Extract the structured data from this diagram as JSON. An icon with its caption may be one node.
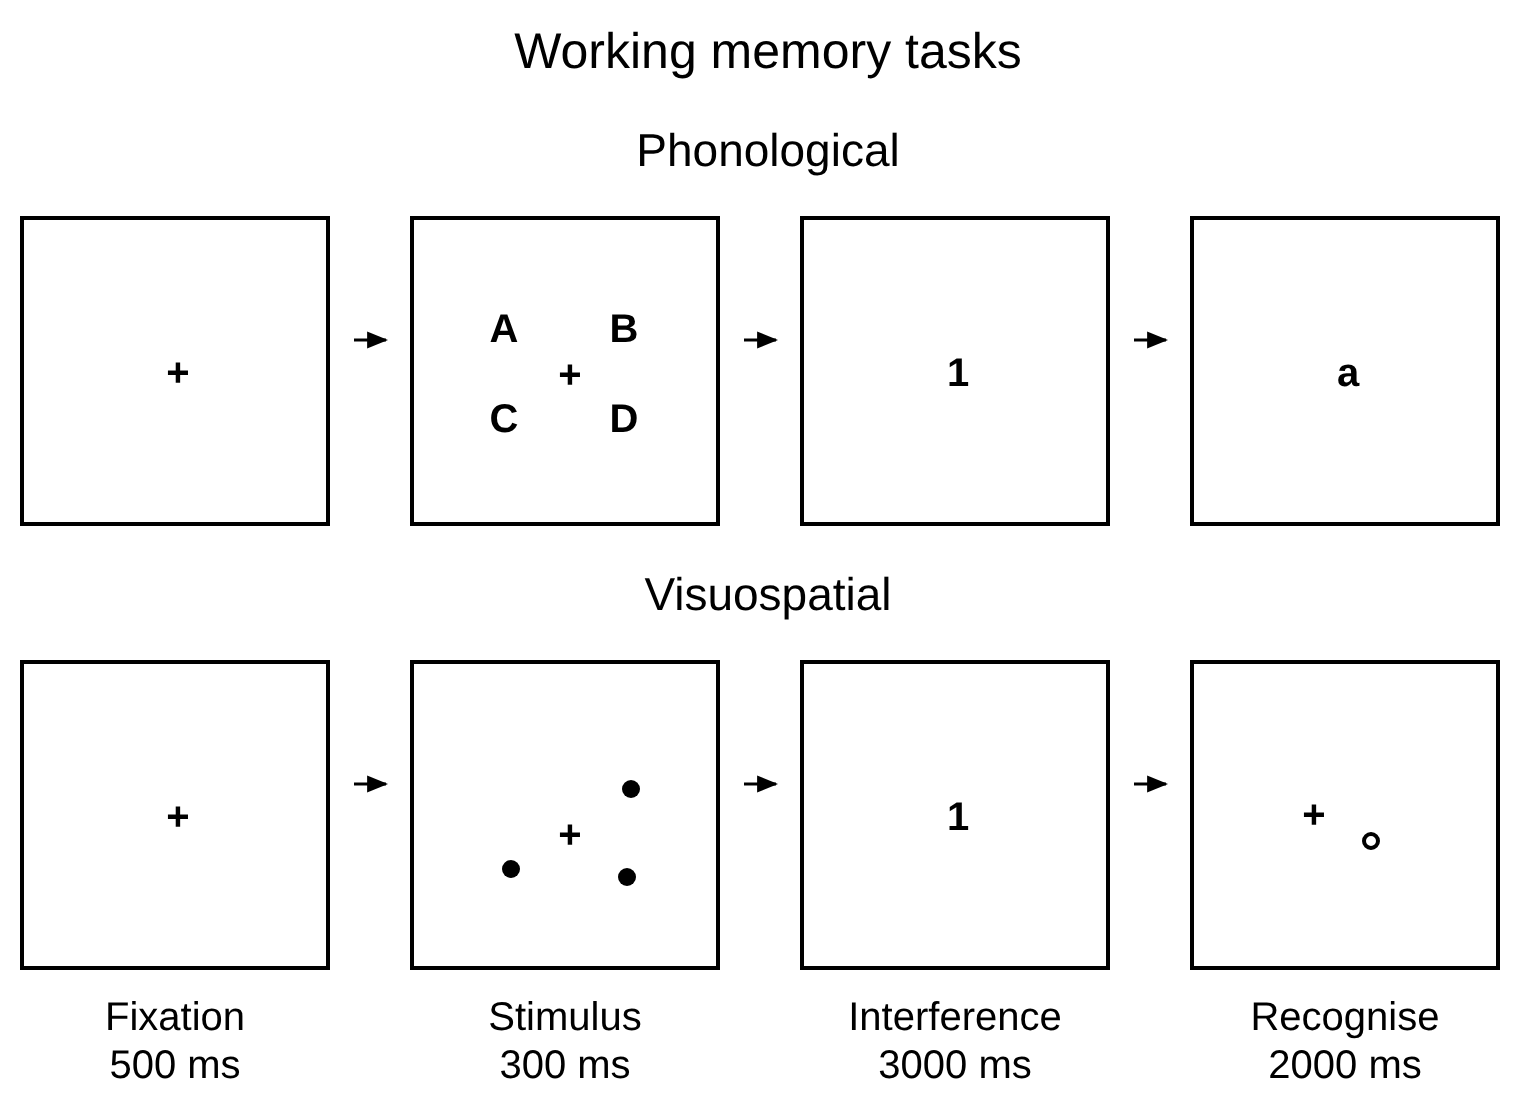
{
  "diagram": {
    "title": "Working memory tasks",
    "nodes": [
      {
        "text": [
          "+"
        ]
      },
      {
        "text": [
          "A",
          "B",
          "+",
          "C",
          "D"
        ]
      },
      {
        "text": [
          "1"
        ]
      },
      {
        "text": [
          "a"
        ]
      },
      {
        "text": [
          "+"
        ],
        "beside": [
          "Fixation",
          "500 ms"
        ]
      },
      {
        "text": [
          "+"
        ],
        "beside": [
          "Stimulus",
          "300 ms"
        ]
      },
      {
        "text": [
          "1"
        ],
        "beside": [
          "Interference",
          "3000 ms"
        ]
      },
      {
        "text": [
          "+"
        ],
        "beside": [
          "Recognise",
          "2000 ms"
        ]
      }
    ],
    "edges": [
      {
        "from": 0,
        "to": 1,
        "arrow": "to"
      },
      {
        "from": 1,
        "to": 2,
        "arrow": "to"
      },
      {
        "from": 2,
        "to": 3,
        "arrow": "to"
      },
      {
        "from": 4,
        "to": 5,
        "arrow": "to"
      },
      {
        "from": 5,
        "to": 6,
        "arrow": "to"
      },
      {
        "from": 6,
        "to": 7,
        "arrow": "to"
      }
    ],
    "labels": [
      "Phonological",
      "Visuospatial"
    ]
  }
}
